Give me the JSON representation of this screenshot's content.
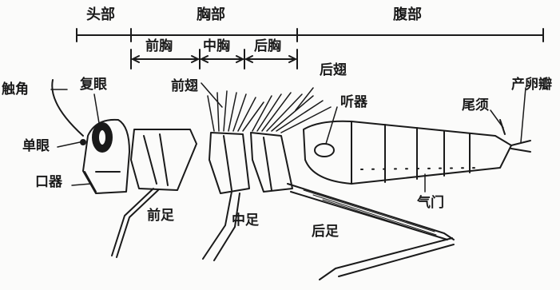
{
  "sections": {
    "head": "头部",
    "thorax": "胸部",
    "abdomen": "腹部",
    "prothorax": "前胸",
    "mesothorax": "中胸",
    "metathorax": "后胸"
  },
  "labels": {
    "antenna": "触角",
    "compound_eye": "复眼",
    "ocellus": "单眼",
    "mouthparts": "口器",
    "forewing": "前翅",
    "hindwing": "后翅",
    "tympanum": "听器",
    "cercus": "尾须",
    "ovipositor": "产卵瓣",
    "foreleg": "前足",
    "midleg": "中足",
    "hindleg": "后足",
    "spiracle": "气门"
  },
  "colors": {
    "ink": "#1a1a1a",
    "background": "#fbfbfa",
    "text_ghost": "#d8d8d6"
  }
}
